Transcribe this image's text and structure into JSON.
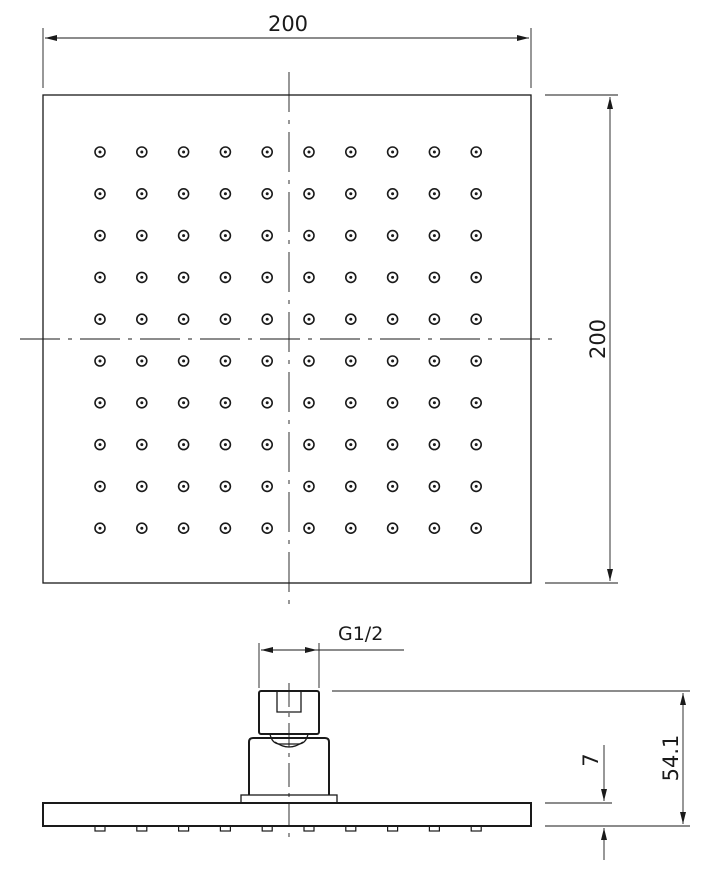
{
  "drawing": {
    "top_view": {
      "width_label": "200",
      "height_label": "200",
      "nozzle_rows": 10,
      "nozzle_cols": 10
    },
    "side_view": {
      "thread_label": "G1/2",
      "plate_thickness_label": "7",
      "total_height_label": "54.1",
      "visible_nozzles": 10
    },
    "colors": {
      "line": "#1a1a1a",
      "background": "#ffffff"
    }
  }
}
